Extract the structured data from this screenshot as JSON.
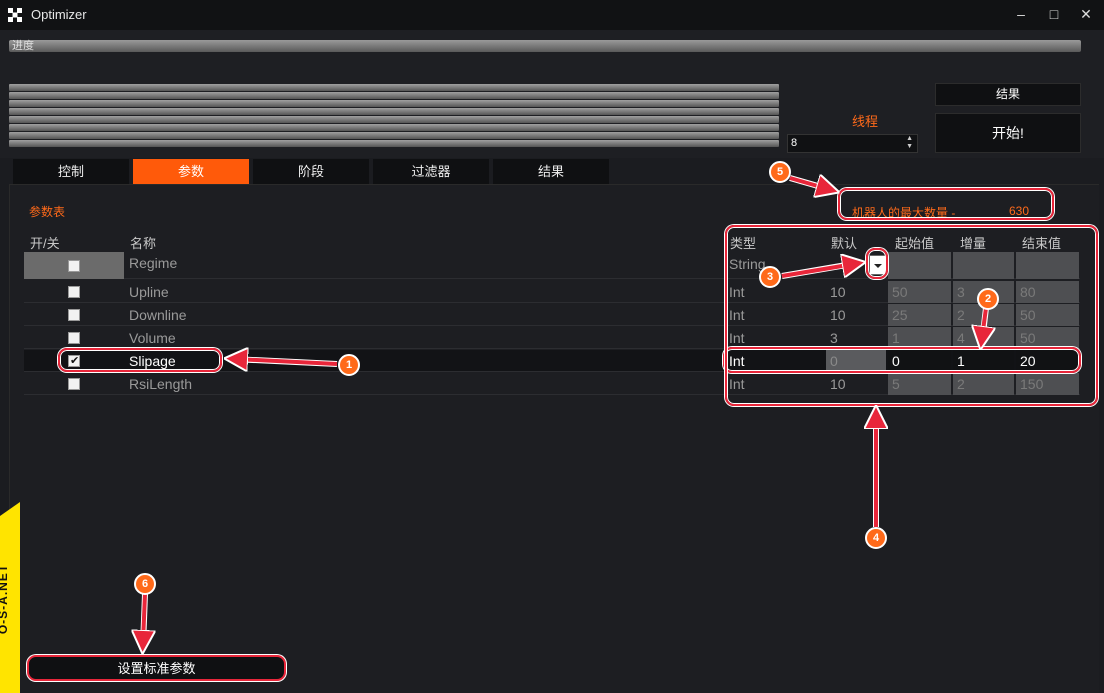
{
  "window": {
    "title": "Optimizer",
    "minimize_icon": "minimize-icon",
    "maximize_icon": "maximize-icon",
    "close_icon": "close-icon"
  },
  "progress": {
    "label": "进度",
    "overall_fraction": 1.0,
    "thread_fractions": [
      1,
      1,
      1,
      1,
      1,
      1,
      1,
      1
    ]
  },
  "threads": {
    "label": "线程",
    "value": "8"
  },
  "buttons": {
    "results": "结果",
    "start": "开始!",
    "default_params": "设置标准参数"
  },
  "tabs": [
    {
      "label": "控制",
      "active": false
    },
    {
      "label": "参数",
      "active": true
    },
    {
      "label": "阶段",
      "active": false
    },
    {
      "label": "过滤器",
      "active": false
    },
    {
      "label": "结果",
      "active": false
    }
  ],
  "params_panel": {
    "title": "参数表",
    "max_bots_label": "机器人的最大数量 -",
    "max_bots_value": "630",
    "headers": {
      "onoff": "开/关",
      "name": "名称",
      "type": "类型",
      "default": "默认",
      "start": "起始值",
      "step": "增量",
      "end": "结束值"
    },
    "rows": [
      {
        "checked": false,
        "name": "Regime",
        "type": "String",
        "default": "",
        "start": "",
        "step": "",
        "end": ""
      },
      {
        "checked": false,
        "name": "Upline",
        "type": "Int",
        "default": "10",
        "start": "50",
        "step": "3",
        "end": "80"
      },
      {
        "checked": false,
        "name": "Downline",
        "type": "Int",
        "default": "10",
        "start": "25",
        "step": "2",
        "end": "50"
      },
      {
        "checked": false,
        "name": "Volume",
        "type": "Int",
        "default": "3",
        "start": "1",
        "step": "4",
        "end": "50"
      },
      {
        "checked": true,
        "name": "Slipage",
        "type": "Int",
        "default": "0",
        "start": "0",
        "step": "1",
        "end": "20"
      },
      {
        "checked": false,
        "name": "RsiLength",
        "type": "Int",
        "default": "10",
        "start": "5",
        "step": "2",
        "end": "150"
      }
    ]
  },
  "annotations": {
    "badges": [
      "1",
      "2",
      "3",
      "4",
      "5",
      "6"
    ],
    "color": "#e8263a",
    "badge_color": "#ff6a1a"
  },
  "watermark": "O-S-A.NET",
  "colors": {
    "accent": "#ff5a0a",
    "background": "#1b1c20"
  }
}
